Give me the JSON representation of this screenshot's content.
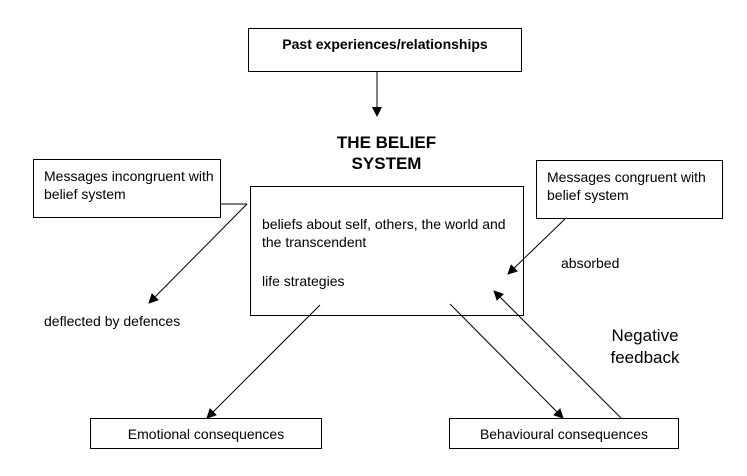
{
  "title": "THE BELIEF SYSTEM",
  "nodes": {
    "past": "Past experiences/relationships",
    "incongruent": "Messages incongruent with belief system",
    "congruent": "Messages congruent with belief system",
    "belief_contents": "beliefs about self, others, the world and the transcendent",
    "life_strategies": "life strategies",
    "emotional": "Emotional consequences",
    "behavioural": "Behavioural consequences"
  },
  "labels": {
    "deflected": "deflected by defences",
    "absorbed": "absorbed",
    "negative_feedback": "Negative feedback"
  },
  "edges": [
    {
      "from": "past",
      "to": "belief_system",
      "label": ""
    },
    {
      "from": "incongruent",
      "to": "deflected",
      "label": "deflected by defences"
    },
    {
      "from": "congruent",
      "to": "belief_system",
      "label": "absorbed"
    },
    {
      "from": "belief_system",
      "to": "emotional",
      "label": ""
    },
    {
      "from": "belief_system",
      "to": "behavioural",
      "label": ""
    },
    {
      "from": "behavioural",
      "to": "belief_system",
      "label": "Negative feedback"
    }
  ]
}
